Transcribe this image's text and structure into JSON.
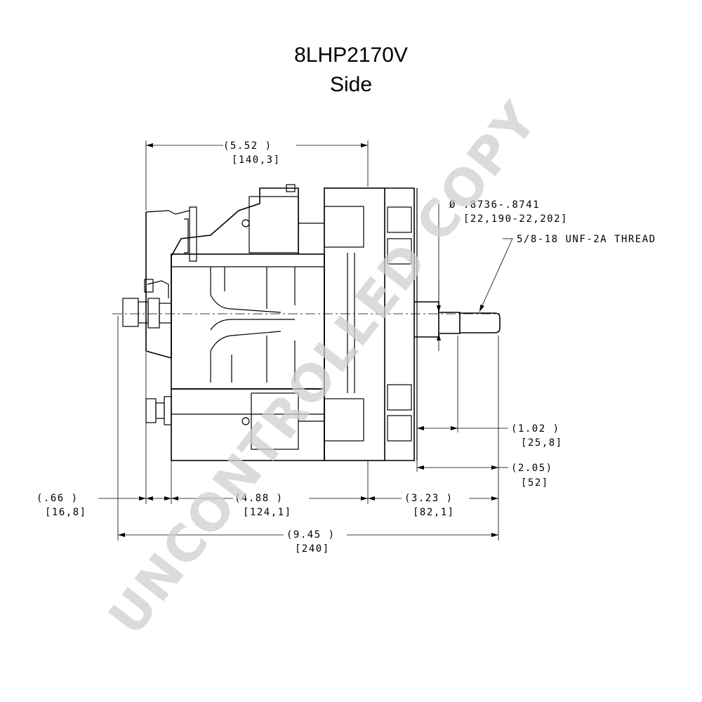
{
  "title": {
    "part_number": "8LHP2170V",
    "view": "Side"
  },
  "watermark": "UNCONTROLLED COPY",
  "dimensions": {
    "overall_top": {
      "inch": "(5.52    )",
      "mm": "[140,3]"
    },
    "shaft_diameter": {
      "inch": "Ø .8736-.8741",
      "mm": "[22,190-22,202]"
    },
    "thread": "5/8-18 UNF-2A THREAD",
    "dim_1_02": {
      "inch": "(1.02   )",
      "mm": "[25,8]"
    },
    "dim_2_05": {
      "inch": "(2.05)",
      "mm": "[52]"
    },
    "dim_0_66": {
      "inch": "(.66     )",
      "mm": "[16,8]"
    },
    "dim_4_88": {
      "inch": "(4.88     )",
      "mm": "[124,1]"
    },
    "dim_3_23": {
      "inch": "(3.23    )",
      "mm": "[82,1]"
    },
    "dim_9_45": {
      "inch": "(9.45 )",
      "mm": "[240]"
    }
  },
  "colors": {
    "line": "#000000",
    "watermark": "#d0d0d0"
  }
}
